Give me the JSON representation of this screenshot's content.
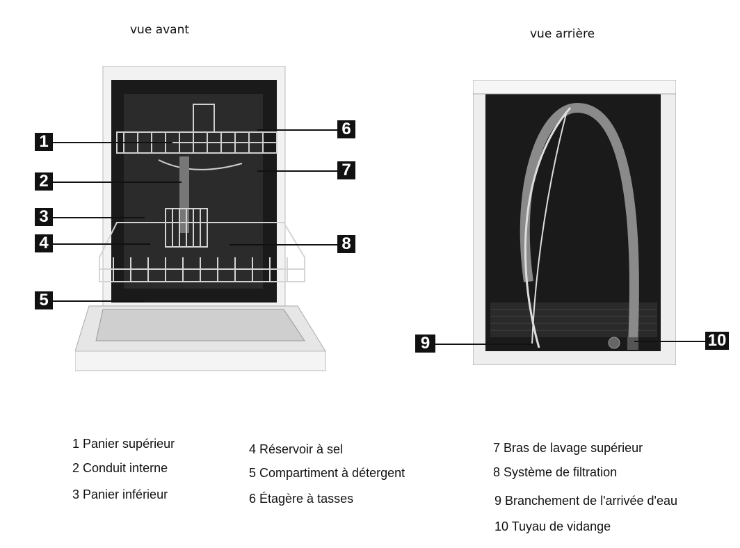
{
  "views": {
    "front_title": "vue avant",
    "rear_title": "vue arrière"
  },
  "callouts": [
    "1",
    "2",
    "3",
    "4",
    "5",
    "6",
    "7",
    "8",
    "9",
    "10"
  ],
  "legend": [
    "1 Panier supérieur",
    "2 Conduit interne",
    "3 Panier inférieur",
    "4 Réservoir à sel",
    "5 Compartiment à détergent",
    "6 Étagère à tasses",
    "7 Bras de lavage supérieur",
    "8 Système de filtration",
    "9 Branchement de l'arrivée d'eau",
    "10 Tuyau de vidange"
  ]
}
